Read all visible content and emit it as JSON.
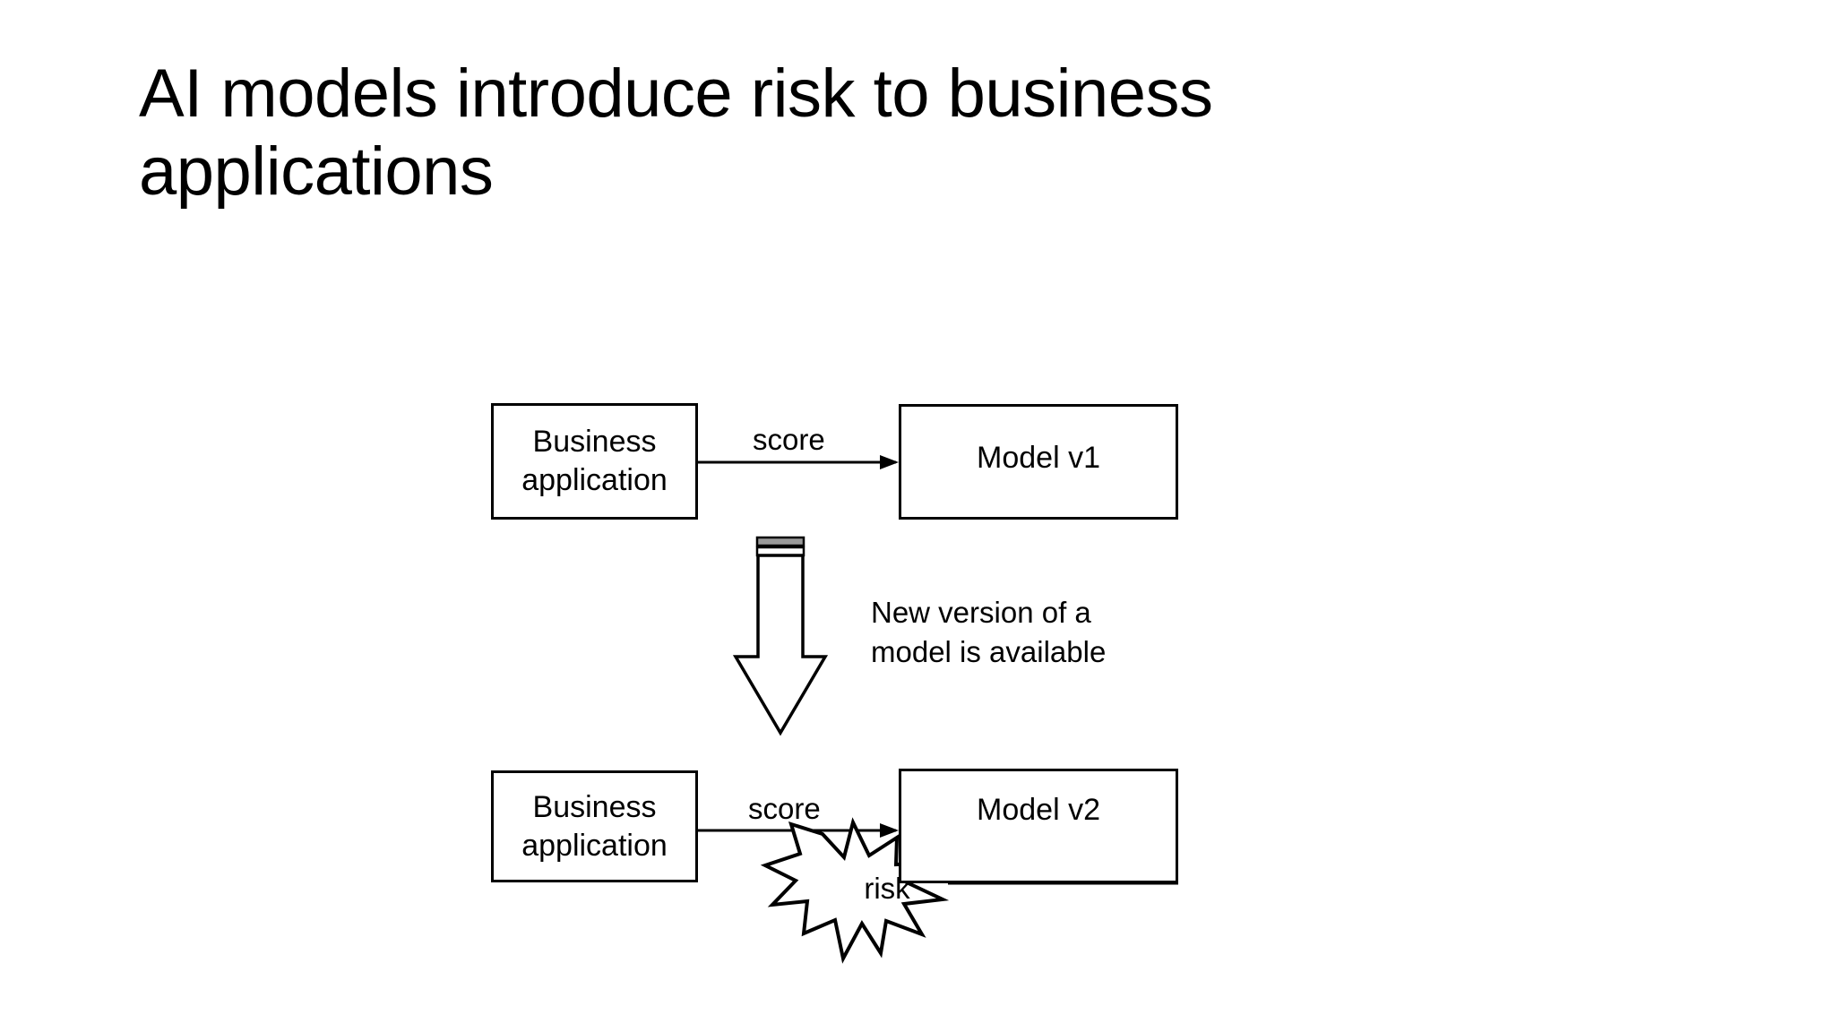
{
  "slide": {
    "background_color": "#ffffff",
    "title": "AI models introduce risk to business applications"
  },
  "diagram": {
    "type": "flow-diagram",
    "stroke_color": "#000000",
    "fill_color": "#ffffff",
    "nodes": [
      {
        "id": "business-app-top",
        "label": "Business\napplication",
        "shape": "rectangle"
      },
      {
        "id": "model-v1",
        "label": "Model v1",
        "shape": "rectangle"
      },
      {
        "id": "business-app-bottom",
        "label": "Business\napplication",
        "shape": "rectangle"
      },
      {
        "id": "model-v2",
        "label": "Model v2",
        "shape": "rectangle"
      },
      {
        "id": "risk-burst",
        "label": "risk",
        "shape": "explosion-star"
      }
    ],
    "edges": [
      {
        "id": "score-top",
        "from": "business-app-top",
        "to": "model-v1",
        "label": "score",
        "arrow": "end"
      },
      {
        "id": "score-bottom",
        "from": "business-app-bottom",
        "to": "model-v2",
        "label": "score",
        "arrow": "end"
      },
      {
        "id": "risk-return",
        "from": "model-v2",
        "to": "risk-burst",
        "label": "",
        "arrow": "none"
      }
    ],
    "transition": {
      "id": "version-upgrade",
      "shape": "block-arrow-down",
      "label": "New version of a\nmodel is available"
    }
  }
}
